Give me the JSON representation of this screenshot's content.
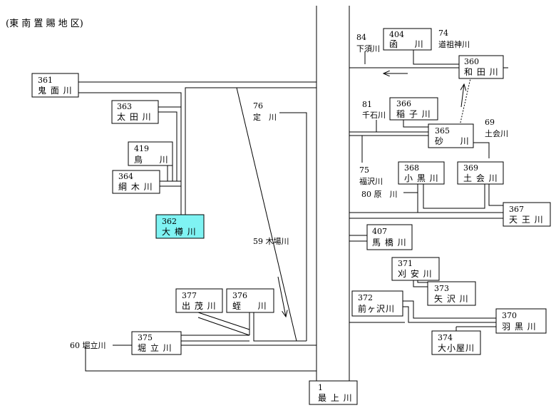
{
  "title": "(東 南 置 賜 地 区)",
  "highlight_color": "#7ff3f3",
  "rivers": {
    "r361": {
      "num": "361",
      "name": "鬼 面 川"
    },
    "r363": {
      "num": "363",
      "name": "太 田 川"
    },
    "r419": {
      "num": "419",
      "name": "鳥 　 川"
    },
    "r364": {
      "num": "364",
      "name": "綱 木 川"
    },
    "r362": {
      "num": "362",
      "name": "大 樽 川"
    },
    "r377": {
      "num": "377",
      "name": "出 茂 川"
    },
    "r376": {
      "num": "376",
      "name": "蛭 　 川"
    },
    "r375": {
      "num": "375",
      "name": "堀 立 川"
    },
    "r404": {
      "num": "404",
      "name": "函 　 川"
    },
    "r360": {
      "num": "360",
      "name": "和 田 川"
    },
    "r366": {
      "num": "366",
      "name": "稲 子 川"
    },
    "r365": {
      "num": "365",
      "name": "砂 　 川"
    },
    "r368": {
      "num": "368",
      "name": "小 黒 川"
    },
    "r369": {
      "num": "369",
      "name": "土 会 川"
    },
    "r367": {
      "num": "367",
      "name": "天 王 川"
    },
    "r407": {
      "num": "407",
      "name": "馬 橋 川"
    },
    "r371": {
      "num": "371",
      "name": "刈 安 川"
    },
    "r373": {
      "num": "373",
      "name": "矢 沢 川"
    },
    "r372": {
      "num": "372",
      "name": "前ヶ沢川"
    },
    "r370": {
      "num": "370",
      "name": "羽 黒 川"
    },
    "r374": {
      "num": "374",
      "name": "大小屋川"
    },
    "r1": {
      "num": "1",
      "name": "最 上 川"
    }
  },
  "labels": {
    "sada_num": "76",
    "sada_name": "定　川",
    "kibagawa": "59 木場川",
    "horitategawa": "60 堀立川",
    "shimosu_num": "84",
    "shimosu_name": "下須川",
    "dosojin_num": "74",
    "dosojin_name": "道祖神川",
    "senkoku_num": "81",
    "senkoku_name": "千石川",
    "dokai_num": "69",
    "dokai_name": "土会川",
    "fukusawa_num": "75",
    "fukusawa_name": "福沢川",
    "hara": "80 原　川"
  }
}
